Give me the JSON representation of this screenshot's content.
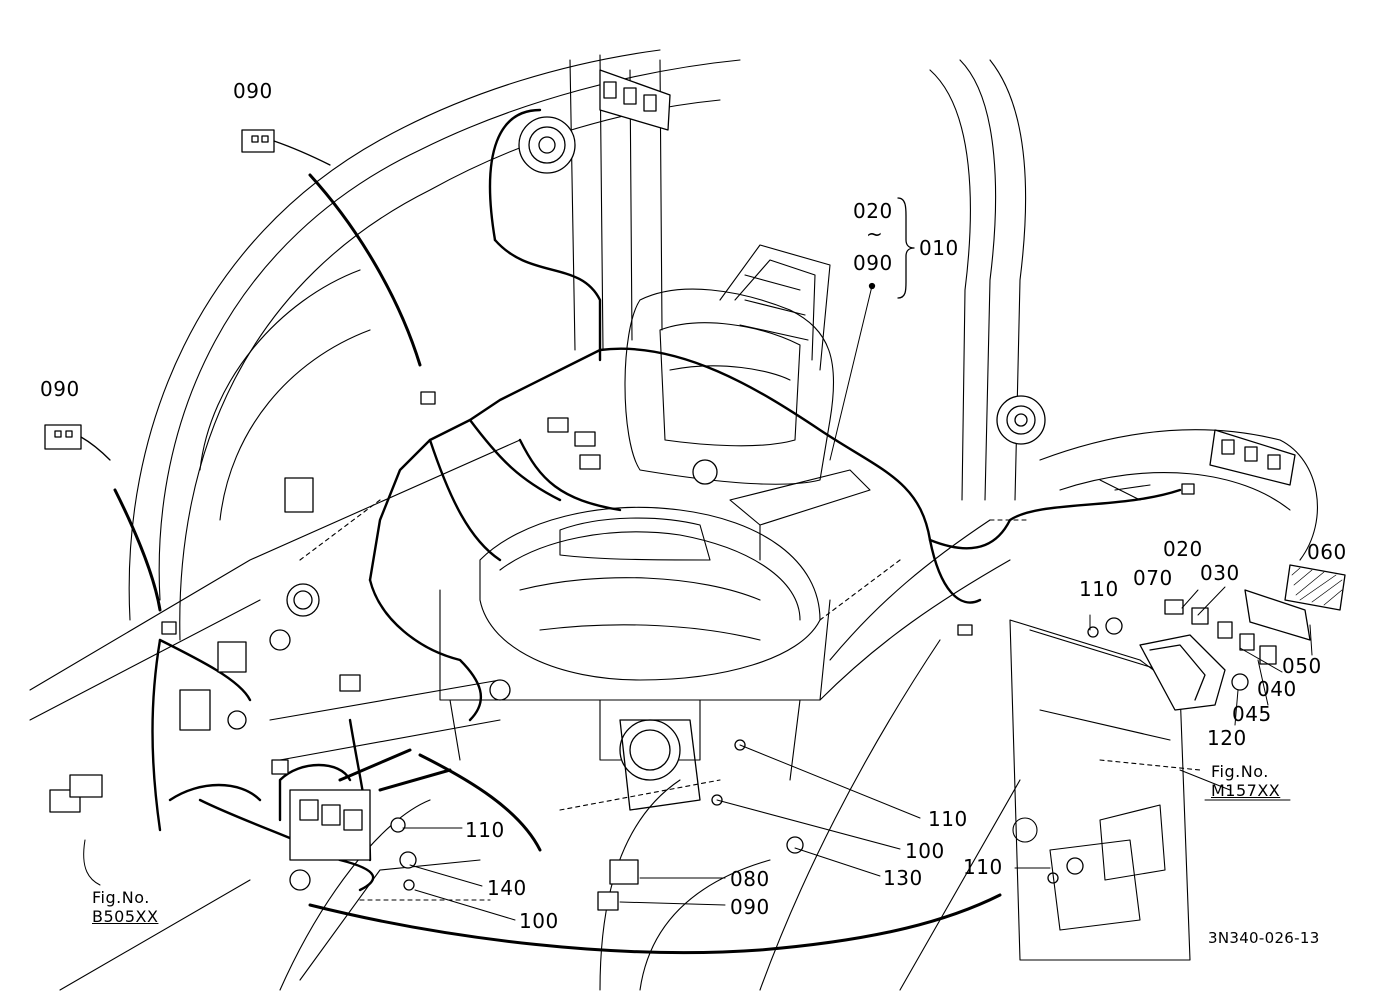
{
  "diagram": {
    "callouts": {
      "c090_top_left": "090",
      "c090_mid_left": "090",
      "c020_range": "020",
      "c_tilde": "~",
      "c090_range": "090",
      "c010": "010",
      "c020_right": "020",
      "c030": "030",
      "c060": "060",
      "c070": "070",
      "c110_right_top": "110",
      "c050": "050",
      "c040": "040",
      "c045": "045",
      "c120": "120",
      "c110_mid": "110",
      "c100_mid": "100",
      "c130": "130",
      "c110_bottom_right": "110",
      "c110_center": "110",
      "c140": "140",
      "c100_bottom": "100",
      "c080": "080",
      "c090_bottom": "090"
    },
    "figrefs": {
      "left": {
        "label": "Fig.No.",
        "number": "B505XX"
      },
      "right": {
        "label": "Fig.No.",
        "number": "M157XX"
      }
    },
    "drawing_code": "3N340-026-13"
  }
}
